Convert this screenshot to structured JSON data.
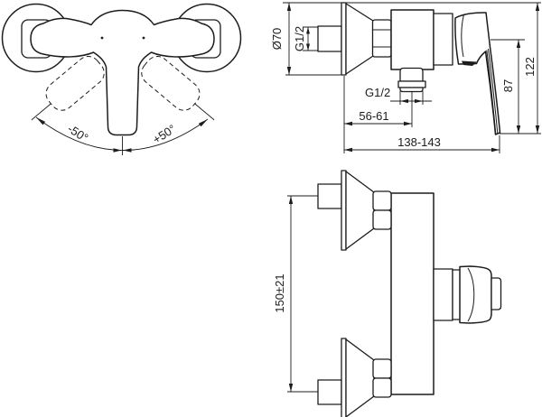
{
  "drawing_type": "technical-dimension-drawing-shower-mixer",
  "colors": {
    "background": "#ffffff",
    "line": "#1c1c1c"
  },
  "front_view": {
    "rotation_left_label": "-50°",
    "rotation_right_label": "+50°"
  },
  "side_view": {
    "escutcheon_diameter_label": "Ø70",
    "inlet_thread_label": "G1/2",
    "outlet_thread_label": "G1/2",
    "wall_to_outlet_label": "56-61",
    "wall_to_handle_label": "138-143",
    "handle_drop_label": "87",
    "total_depth_label": "122"
  },
  "top_view": {
    "inlet_spacing_label": "150±21"
  }
}
